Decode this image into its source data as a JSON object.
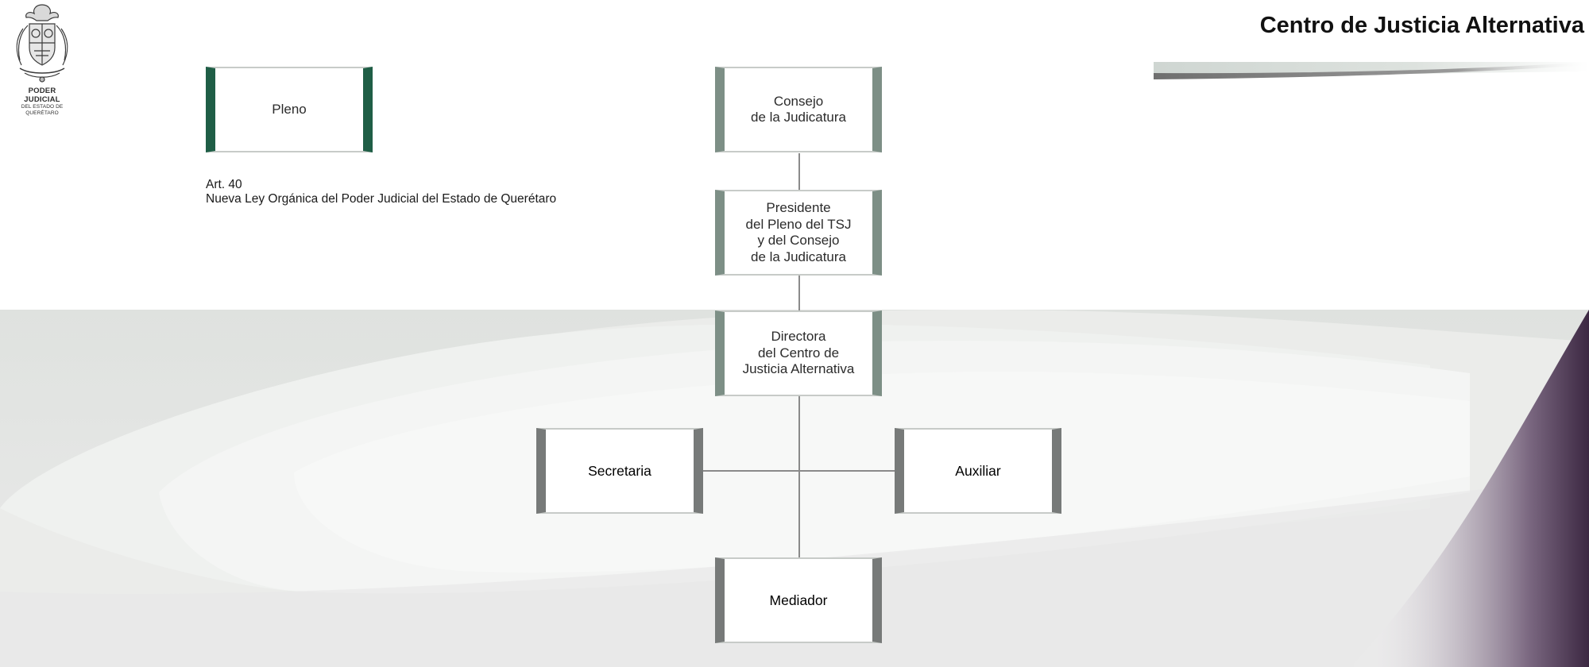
{
  "logo": {
    "line1": "PODER JUDICIAL",
    "line2": "DEL ESTADO DE QUERÉTARO"
  },
  "header": {
    "title": "Centro de Justicia Alternativa"
  },
  "org_chart": {
    "pleno": "Pleno",
    "consejo": "Consejo\nde la Judicatura",
    "presidente": "Presidente\ndel Pleno del TSJ\ny del Consejo\nde la Judicatura",
    "directora": "Directora\ndel Centro de\nJusticia Alternativa",
    "secretaria": "Secretaria",
    "auxiliar": "Auxiliar",
    "mediador": "Mediador"
  },
  "note": {
    "article": "Art. 40",
    "law": "Nueva Ley Orgánica del Poder Judicial del Estado de Querétaro"
  },
  "colors": {
    "accent_dark_green": "#1f5e46",
    "accent_gray_green": "#7d8f86",
    "accent_gray": "#777a79",
    "connector": "#8a8a8a",
    "background_gray": "#dcdfdc",
    "corner_purple": "#4a3450"
  }
}
